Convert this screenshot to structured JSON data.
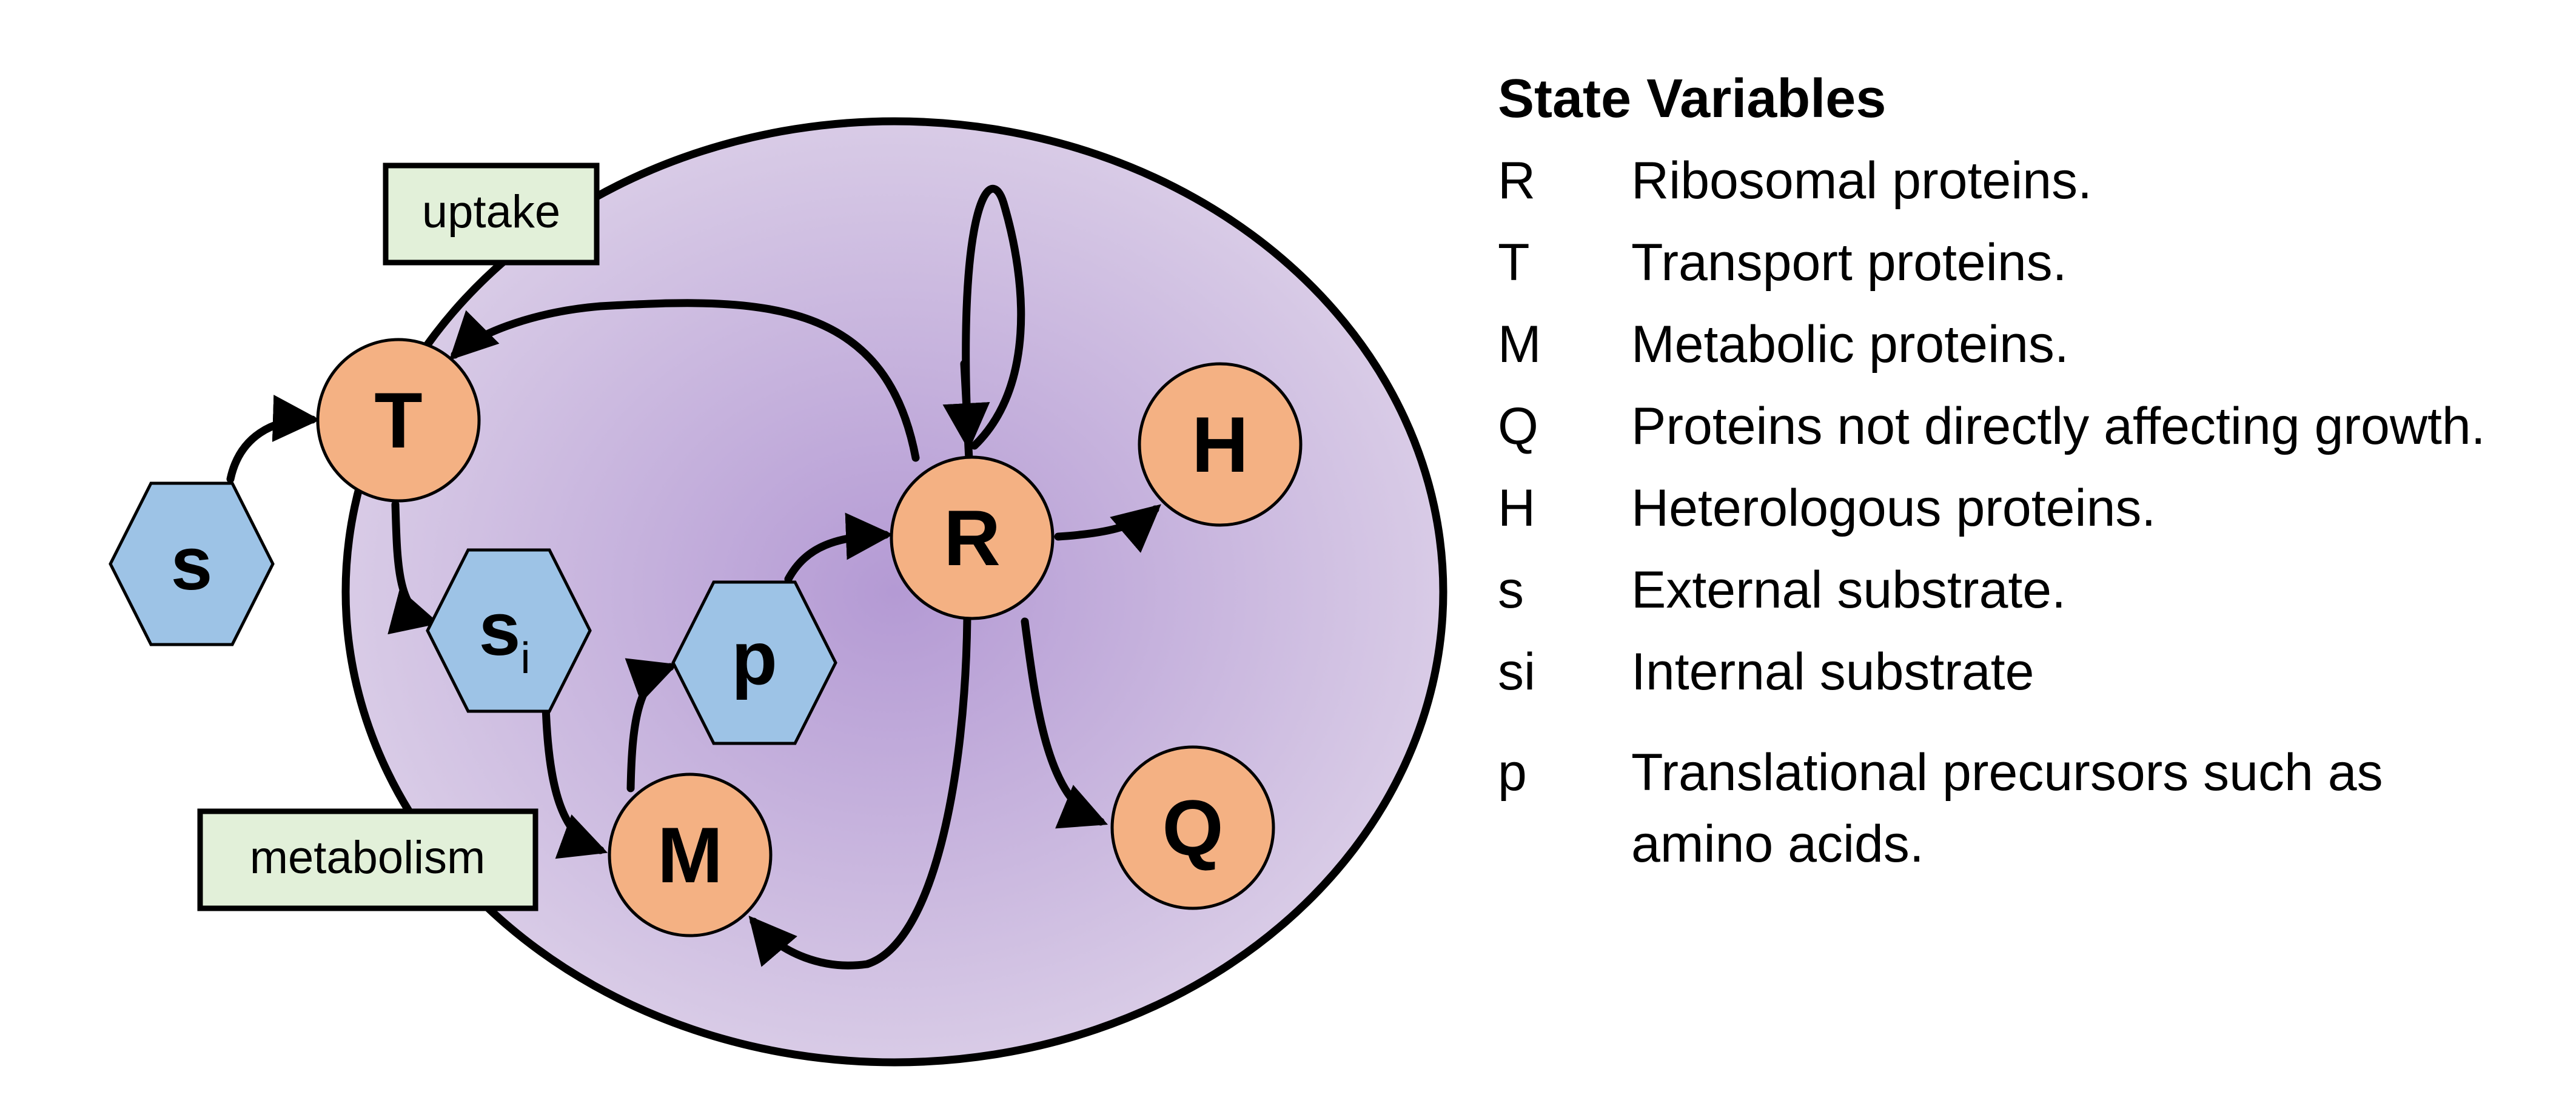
{
  "nodes": {
    "T": "T",
    "R": "R",
    "H": "H",
    "M": "M",
    "Q": "Q",
    "s": "s",
    "si_main": "s",
    "si_sub": "i",
    "p": "p"
  },
  "boxes": {
    "uptake": "uptake",
    "metabolism": "metabolism"
  },
  "legend": {
    "title": "State Variables",
    "items": [
      {
        "key": "R",
        "desc": "Ribosomal proteins."
      },
      {
        "key": "T",
        "desc": "Transport proteins."
      },
      {
        "key": "M",
        "desc": "Metabolic proteins."
      },
      {
        "key": "Q",
        "desc": "Proteins not directly affecting growth."
      },
      {
        "key": "H",
        "desc": "Heterologous proteins."
      },
      {
        "key": "s",
        "desc": "External substrate."
      },
      {
        "key": "si",
        "desc": "Internal substrate"
      },
      {
        "key": "p",
        "desc": "Translational precursors such as amino acids."
      }
    ]
  },
  "colors": {
    "protein_fill": "#F4B183",
    "metabolite_fill": "#9DC3E6",
    "box_fill": "#E2F0D9",
    "cell_center": "#B49AD4",
    "cell_edge": "#DCD0E8",
    "stroke": "#000000"
  }
}
